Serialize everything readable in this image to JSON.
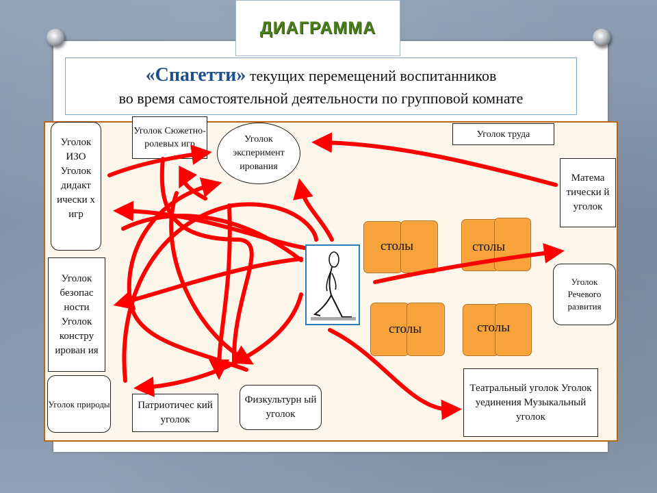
{
  "header_tab": "ДИАГРАММА",
  "title": {
    "quoted": "«Спагетти»",
    "rest_line1": " текущих перемещений воспитанников",
    "line2": "во время самостоятельной деятельности по групповой комнате"
  },
  "zones": {
    "izo": "Уголок ИЗО Уголок дидакт ически х игр",
    "sujet": "Уголок Сюжетно-ролевых игр",
    "experiment": "Уголок эксперимент ирования",
    "trud": "Уголок труда",
    "math": "Матема тически й уголок",
    "bezop": "Уголок безопас ности Уголок констру ирован ия",
    "rech": "Уголок Речевого развития",
    "priroda": "Уголок природы",
    "patriot": "Патриотичес кий уголок",
    "fizkult": "Физкультурн ый уголок",
    "theatre": "Театральный уголок Уголок уединения Музыкальный уголок"
  },
  "tables": [
    "столы",
    "столы",
    "столы",
    "столы"
  ],
  "colors": {
    "arrow": "#ff0000",
    "table_fill": "#f7a23a",
    "board_border": "#b8651a",
    "tab_text": "#4b7e1c",
    "title_accent": "#1f4e8c"
  },
  "icons": {
    "person": "walking-person-icon",
    "pins": "pushpin-icon"
  }
}
